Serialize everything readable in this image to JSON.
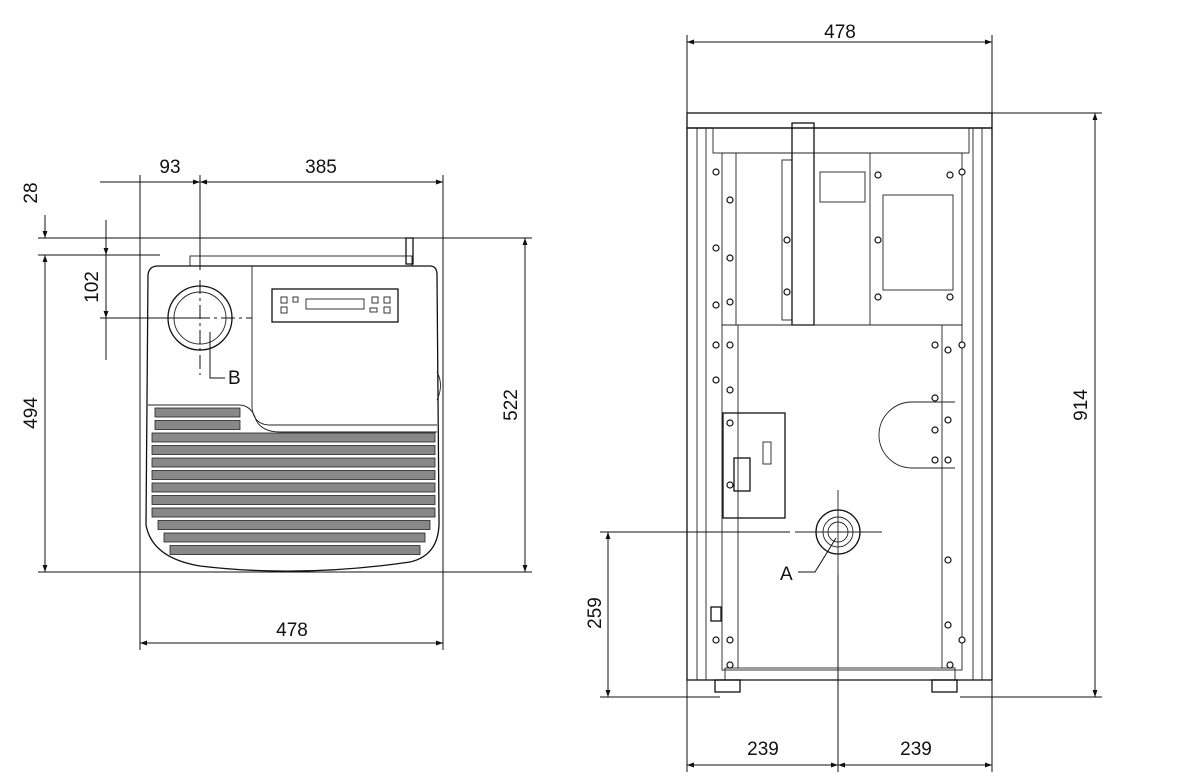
{
  "title": "Pellet stove dimensional drawing",
  "top_view": {
    "dimensions": {
      "width_total": "478",
      "flue_offset_x": "93",
      "flue_to_right": "385",
      "top_gap": "28",
      "flue_offset_y": "102",
      "depth_body": "494",
      "depth_total": "522"
    },
    "callout": "B"
  },
  "rear_view": {
    "dimensions": {
      "width_total": "478",
      "height_total": "914",
      "outlet_height": "259",
      "half_left": "239",
      "half_right": "239"
    },
    "callout": "A"
  }
}
